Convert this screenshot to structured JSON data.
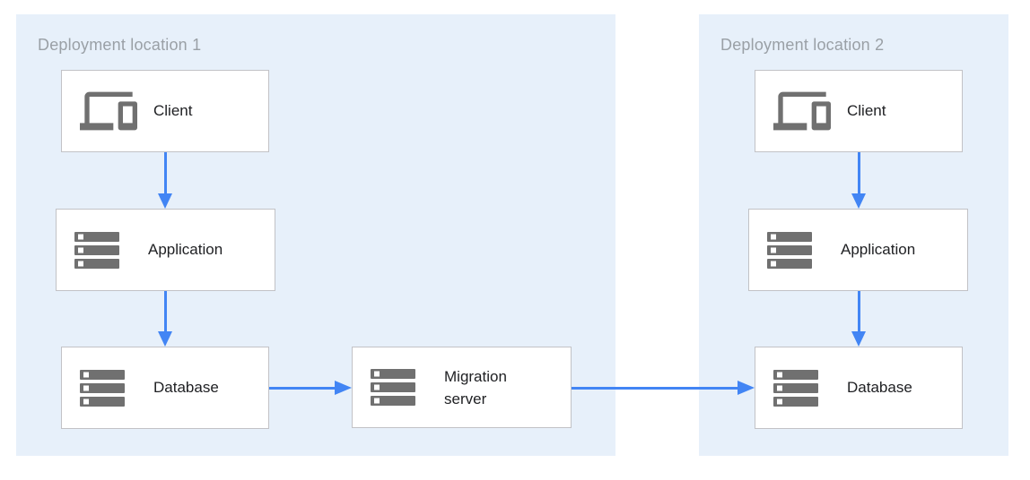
{
  "diagram": {
    "regions": [
      {
        "label": "Deployment location 1"
      },
      {
        "label": "Deployment location 2"
      }
    ],
    "nodes": [
      {
        "id": "client-1",
        "label": "Client",
        "icon": "devices-icon",
        "region": "Deployment location 1"
      },
      {
        "id": "application-1",
        "label": "Application",
        "icon": "server-stack-icon",
        "region": "Deployment location 1"
      },
      {
        "id": "database-1",
        "label": "Database",
        "icon": "server-stack-icon",
        "region": "Deployment location 1"
      },
      {
        "id": "migration-server",
        "label": "Migration server",
        "icon": "server-stack-icon",
        "region": "Deployment location 1"
      },
      {
        "id": "client-2",
        "label": "Client",
        "icon": "devices-icon",
        "region": "Deployment location 2"
      },
      {
        "id": "application-2",
        "label": "Application",
        "icon": "server-stack-icon",
        "region": "Deployment location 2"
      },
      {
        "id": "database-2",
        "label": "Database",
        "icon": "server-stack-icon",
        "region": "Deployment location 2"
      }
    ],
    "edges": [
      {
        "from": "client-1",
        "to": "application-1",
        "direction": "down"
      },
      {
        "from": "application-1",
        "to": "database-1",
        "direction": "down"
      },
      {
        "from": "database-1",
        "to": "migration-server",
        "direction": "right"
      },
      {
        "from": "migration-server",
        "to": "database-2",
        "direction": "right"
      },
      {
        "from": "client-2",
        "to": "application-2",
        "direction": "down"
      },
      {
        "from": "application-2",
        "to": "database-2",
        "direction": "down"
      }
    ],
    "colors": {
      "region_fill": "#E7F0FA",
      "region_label": "#9AA0A6",
      "arrow": "#4285F4",
      "icon": "#707070",
      "box_border": "#C2C2C6",
      "box_text": "#202124",
      "box_fill": "#FFFFFF"
    }
  }
}
